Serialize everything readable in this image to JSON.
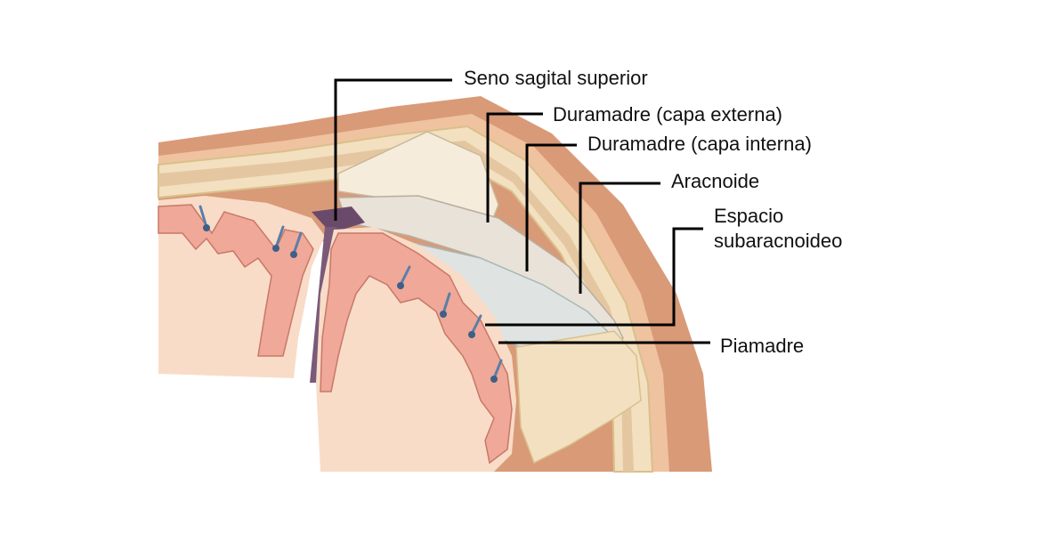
{
  "labels": {
    "seno_sagital": "Seno sagital superior",
    "dura_externa": "Duramadre (capa externa)",
    "dura_interna": "Duramadre (capa interna)",
    "aracnoide": "Aracnoide",
    "espacio_line1": "Espacio",
    "espacio_line2": "subaracnoideo",
    "piamadre": "Piamadre"
  },
  "colors": {
    "scalp": "#d99a78",
    "skull": "#f2e0c0",
    "dura": "#e8e2d8",
    "cortex": "#f0a898",
    "white_matter": "#f8dcc8",
    "vessel": "#5a7fa8",
    "sinus": "#6a4a6a",
    "leader": "#000000"
  }
}
